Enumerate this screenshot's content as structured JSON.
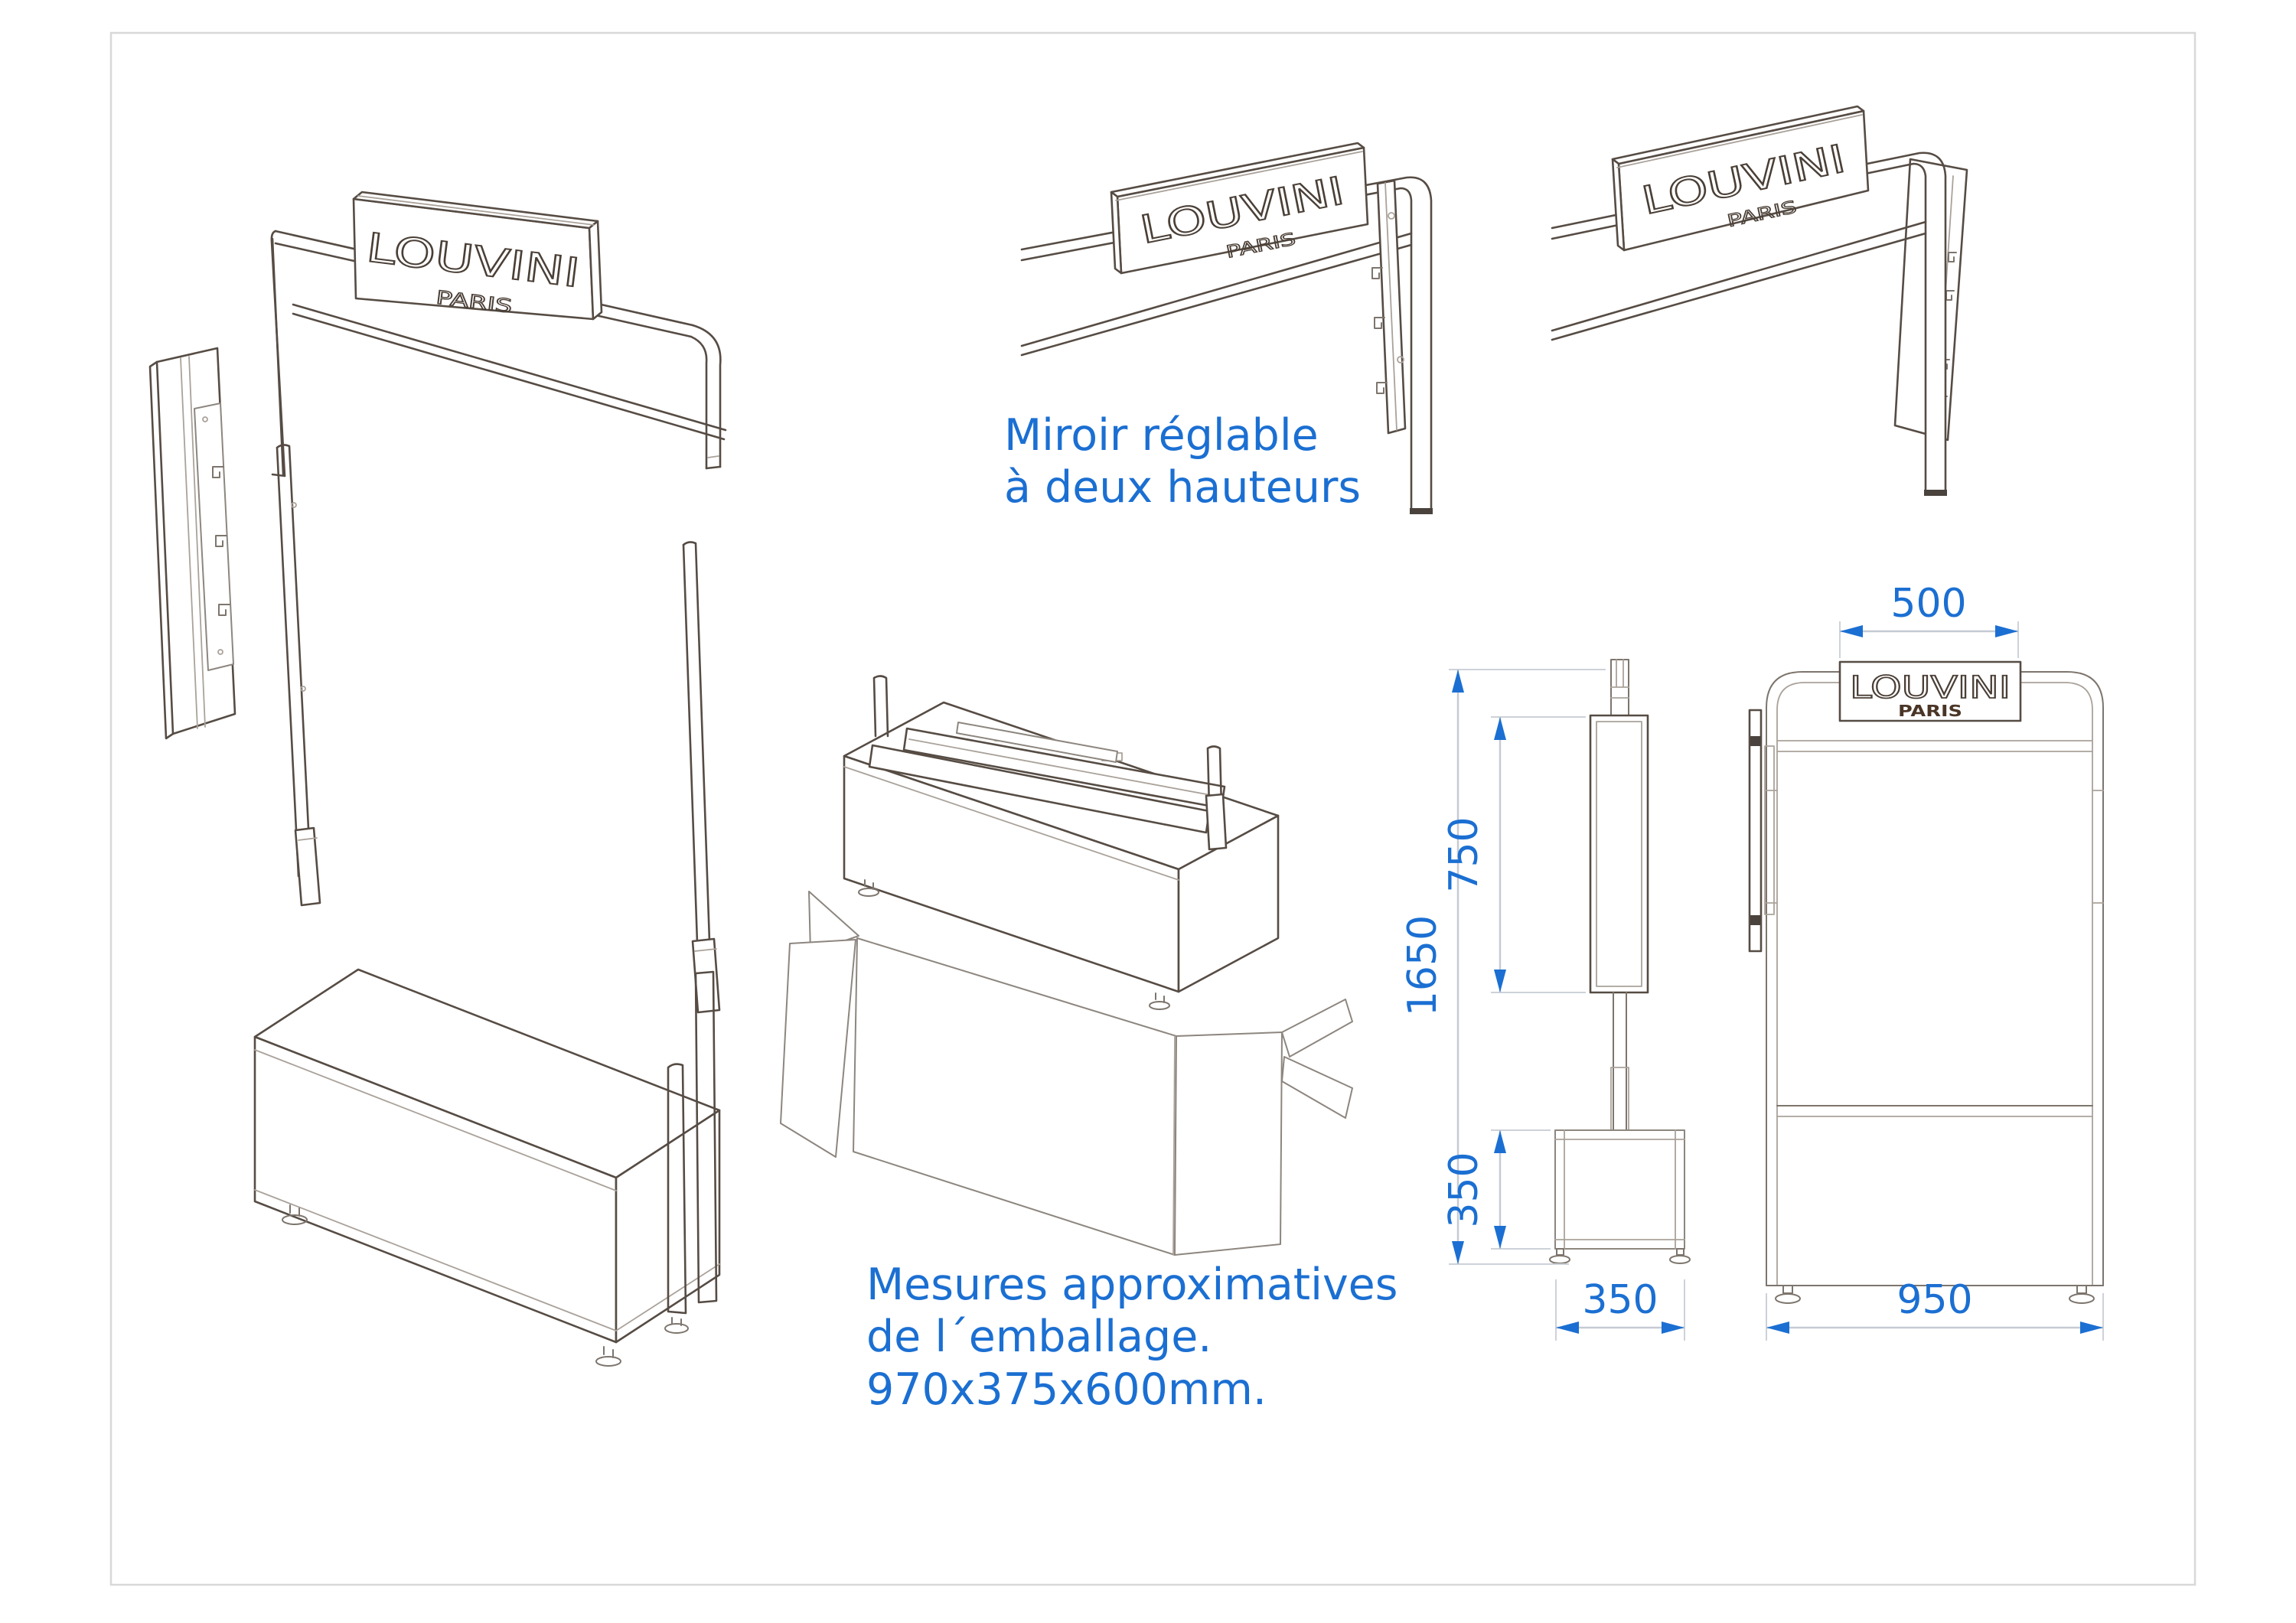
{
  "sheet": {
    "background": "#ffffff",
    "border_color": "#d8d8d8"
  },
  "palette": {
    "line_main": "#564c44",
    "line_light": "#aaa29a",
    "dimension_line": "#c5cad3",
    "accent_blue": "#1b6fd2",
    "brand_solid": "#4a3526"
  },
  "brand": {
    "name": "LOUVINI",
    "city": "PARIS"
  },
  "notes": {
    "mirror": {
      "line1": "Miroir réglable",
      "line2": "à deux hauteurs"
    },
    "packaging": {
      "line1": "Mesures approximatives",
      "line2": "de l´emballage.",
      "line3": "970x375x600mm."
    }
  },
  "dimensions": {
    "side_total_height": "1650",
    "side_mirror_height": "750",
    "side_base_height": "350",
    "side_base_width": "350",
    "front_sign_width": "500",
    "front_total_width": "950"
  }
}
